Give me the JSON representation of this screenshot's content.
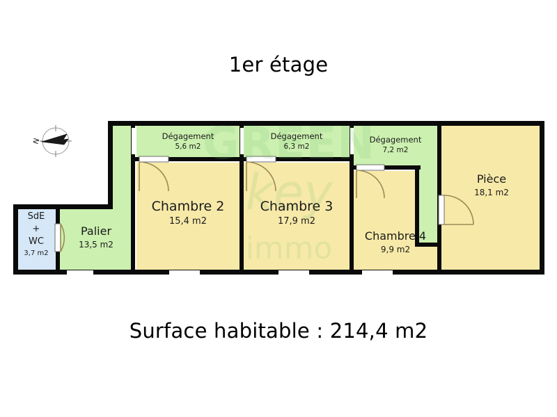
{
  "title": "1er étage",
  "surface_total": "Surface habitable : 214,4 m2",
  "watermark": {
    "line1": "GREEN",
    "line2": "key",
    "line3": "immo"
  },
  "compass": {
    "label": "N",
    "name": "compass-rose"
  },
  "colors": {
    "wall": "#0a0a0a",
    "room_yellow": "#f7e9a8",
    "room_green": "#ccf0b0",
    "room_blue": "#d6e8f7",
    "door_swing": "#9a8a55",
    "window_fill": "#ffffff",
    "background": "#ffffff",
    "text": "#1a1a1a",
    "watermark": "#78be6e"
  },
  "rooms": [
    {
      "id": "sde-wc",
      "name": "SdE\n+\nWC",
      "name_lines": [
        "SdE",
        "+",
        "WC"
      ],
      "area": "3,7 m2",
      "color": "blue"
    },
    {
      "id": "palier",
      "name": "Palier",
      "name_lines": [
        "Palier"
      ],
      "area": "13,5 m2",
      "color": "green"
    },
    {
      "id": "degagement-1",
      "name": "Dégagement",
      "name_lines": [
        "Dégagement"
      ],
      "area": "5,6 m2",
      "color": "green"
    },
    {
      "id": "chambre-2",
      "name": "Chambre 2",
      "name_lines": [
        "Chambre 2"
      ],
      "area": "15,4 m2",
      "color": "yellow"
    },
    {
      "id": "degagement-2",
      "name": "Dégagement",
      "name_lines": [
        "Dégagement"
      ],
      "area": "6,3 m2",
      "color": "green"
    },
    {
      "id": "chambre-3",
      "name": "Chambre 3",
      "name_lines": [
        "Chambre 3"
      ],
      "area": "17,9 m2",
      "color": "yellow"
    },
    {
      "id": "degagement-3",
      "name": "Dégagement",
      "name_lines": [
        "Dégagement"
      ],
      "area": "7,2 m2",
      "color": "green"
    },
    {
      "id": "chambre-4",
      "name": "Chambre 4",
      "name_lines": [
        "Chambre 4"
      ],
      "area": "9,9 m2",
      "color": "yellow"
    },
    {
      "id": "piece",
      "name": "Pièce",
      "name_lines": [
        "Pièce"
      ],
      "area": "18,1 m2",
      "color": "yellow"
    }
  ],
  "labels": {
    "sde_wc_l1": "SdE",
    "sde_wc_l2": "+",
    "sde_wc_l3": "WC",
    "sde_wc_area": "3,7 m2",
    "palier_name": "Palier",
    "palier_area": "13,5 m2",
    "deg1_name": "Dégagement",
    "deg1_area": "5,6 m2",
    "ch2_name": "Chambre 2",
    "ch2_area": "15,4 m2",
    "deg2_name": "Dégagement",
    "deg2_area": "6,3 m2",
    "ch3_name": "Chambre 3",
    "ch3_area": "17,9 m2",
    "deg3_name": "Dégagement",
    "deg3_area": "7,2 m2",
    "ch4_name": "Chambre 4",
    "ch4_area": "9,9 m2",
    "piece_name": "Pièce",
    "piece_area": "18,1 m2"
  }
}
